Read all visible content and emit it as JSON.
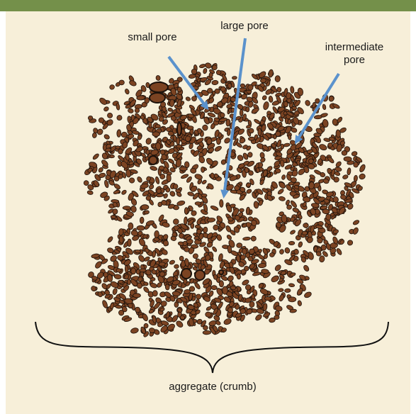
{
  "labels": {
    "small_pore": "small pore",
    "large_pore": "large pore",
    "intermediate_line1": "intermediate",
    "intermediate_line2": "pore",
    "aggregate": "aggregate (crumb)"
  },
  "colors": {
    "top_bar": "#74904a",
    "background": "#f7efd9",
    "particle_fill": "#7b4322",
    "particle_outline": "#1c120b",
    "arrow": "#5b92cc",
    "brace": "#111111"
  },
  "icons": [
    "soil-particle",
    "arrow",
    "curly-brace"
  ]
}
